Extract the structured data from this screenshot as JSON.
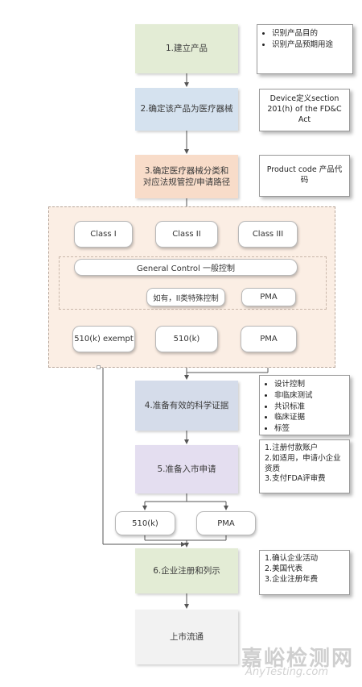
{
  "steps": {
    "s1": "1.建立产品",
    "s2": "2.确定该产品为医疗器械",
    "s3": "3.确定医疗器械分类和对应法规管控/申请路径",
    "s4": "4.准备有效的科学证据",
    "s5": "5.准备入市申请",
    "s6": "6.企业注册和列示",
    "s7": "上市流通"
  },
  "notes": {
    "n1": [
      "识别产品目的",
      "识别产品预期用途"
    ],
    "n2": "Device定义section 201(h) of the FD&C Act",
    "n3": "Product code 产品代码",
    "n4": [
      "设计控制",
      "非临床测试",
      "共识标准",
      "临床证据",
      "标签"
    ],
    "n5": [
      "1.注册付款账户",
      "2.如适用，申请小企业资质",
      "3.支付FDA评审费"
    ],
    "n6": [
      "1.确认企业活动",
      "2.美国代表",
      "3.企业注册年费"
    ]
  },
  "classification": {
    "class1": "Class I",
    "class2": "Class II",
    "class3": "Class III",
    "general_control": "General Control 一般控制",
    "special_control": "如有，II类特殊控制",
    "pma_mid": "PMA",
    "exempt": "510(k) exempt",
    "k510": "510(k)",
    "pma_out": "PMA"
  },
  "submission": {
    "k510": "510(k)",
    "pma": "PMA"
  },
  "watermark": {
    "cn": "嘉峪检测网",
    "en": "AnyTesting.com"
  },
  "colors": {
    "step1": "#e3ecd5",
    "step2": "#d5e2ef",
    "step3": "#f8dcc9",
    "step4": "#d5dcea",
    "step5": "#e4def0",
    "step6": "#e3ecd5",
    "step7": "#f2f2f2",
    "class_region": "#fbeee4"
  }
}
